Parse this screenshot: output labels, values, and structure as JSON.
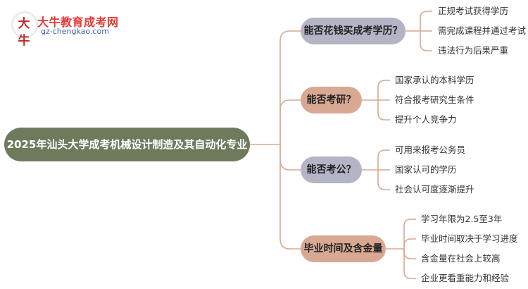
{
  "logo": {
    "mark": "大牛",
    "title": "大牛教育成考网",
    "url": "gz-chengkao.com"
  },
  "mindmap": {
    "root": "2025年汕头大学成考机械设计制造及其自动化专业",
    "branches": [
      {
        "label": "能否花钱买成考学历？",
        "leaves": [
          "正规考试获得学历",
          "需完成课程并通过考试",
          "违法行为后果严重"
        ]
      },
      {
        "label": "能否考研？",
        "leaves": [
          "国家承认的本科学历",
          "符合报考研究生条件",
          "提升个人竞争力"
        ]
      },
      {
        "label": "能否考公？",
        "leaves": [
          "可用来报考公务员",
          "国家认可的学历",
          "社会认可度逐渐提升"
        ]
      },
      {
        "label": "毕业时间及含金量",
        "leaves": [
          "学习年限为2.5至3年",
          "毕业时间取决于学习进度",
          "含金量在社会上较高",
          "企业更看重能力和经验"
        ]
      }
    ],
    "colors": {
      "root": "#6f7a5d",
      "branch_a": "#b3b4c6",
      "branch_b": "#d9a893",
      "connector": "#d9a893"
    }
  }
}
